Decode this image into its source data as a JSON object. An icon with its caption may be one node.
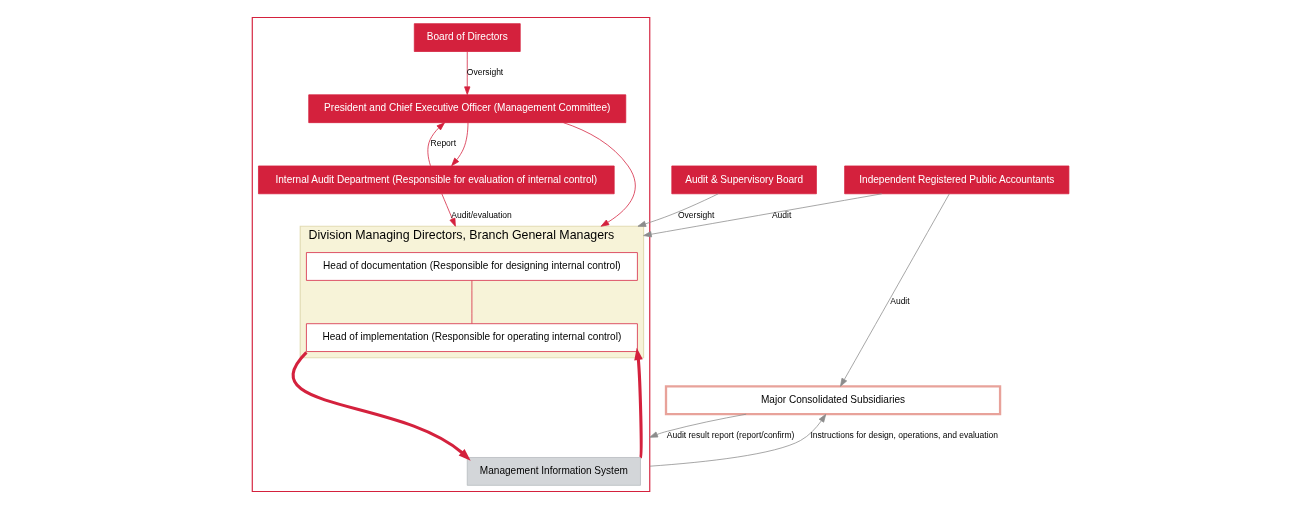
{
  "diagram": {
    "nodes": [
      {
        "text": [],
        "shape": "box"
      },
      {
        "text": [
          "Board of Directors"
        ],
        "in": 0
      },
      {
        "text": [
          "President and Chief Executive Officer (Management Committee)"
        ],
        "in": 0
      },
      {
        "text": [
          "Internal Audit Department (Responsible for evaluation of internal control)"
        ],
        "in": 0
      },
      {
        "text": [
          "Division Managing Directors, Branch General Managers"
        ],
        "in": 0
      },
      {
        "text": [
          "Head of documentation (Responsible for designing internal control)"
        ],
        "in": 4
      },
      {
        "text": [
          "Head of implementation (Responsible for operating internal control)"
        ],
        "in": 4
      },
      {
        "text": [
          "Management Information System"
        ],
        "in": 0
      },
      {
        "text": [
          "Audit & Supervisory Board"
        ]
      },
      {
        "text": [
          "Independent Registered Public Accountants"
        ]
      },
      {
        "text": [
          "Major Consolidated Subsidiaries"
        ]
      }
    ],
    "edges": [
      {
        "from": 1,
        "to": 2,
        "arrow": "to",
        "label": "Oversight"
      },
      {
        "from": 2,
        "to": 3,
        "arrow": "to"
      },
      {
        "from": 3,
        "to": 2,
        "arrow": "to",
        "label": "Report"
      },
      {
        "from": 2,
        "to": 4,
        "arrow": "to"
      },
      {
        "from": 3,
        "to": 4,
        "arrow": "to",
        "label": "Audit/evaluation"
      },
      {
        "from": 5,
        "to": 6,
        "arrow": "none"
      },
      {
        "from": 6,
        "to": 7,
        "arrow": "to",
        "style": "thick"
      },
      {
        "from": 7,
        "to": 6,
        "arrow": "to",
        "style": "thick"
      },
      {
        "from": 8,
        "to": 4,
        "arrow": "to",
        "label": "Oversight",
        "color": "#8c8c8c"
      },
      {
        "from": 9,
        "to": 4,
        "arrow": "to",
        "label": "Audit",
        "color": "#8c8c8c"
      },
      {
        "from": 9,
        "to": 10,
        "arrow": "to",
        "label": "Audit",
        "color": "#8c8c8c"
      },
      {
        "from": 0,
        "to": 10,
        "arrow": "to",
        "label": "Instructions for design, operations, and evaluation",
        "color": "#8c8c8c"
      },
      {
        "from": 10,
        "to": 0,
        "arrow": "to",
        "label": "Audit result report (report/confirm)",
        "color": "#8c8c8c"
      }
    ]
  }
}
